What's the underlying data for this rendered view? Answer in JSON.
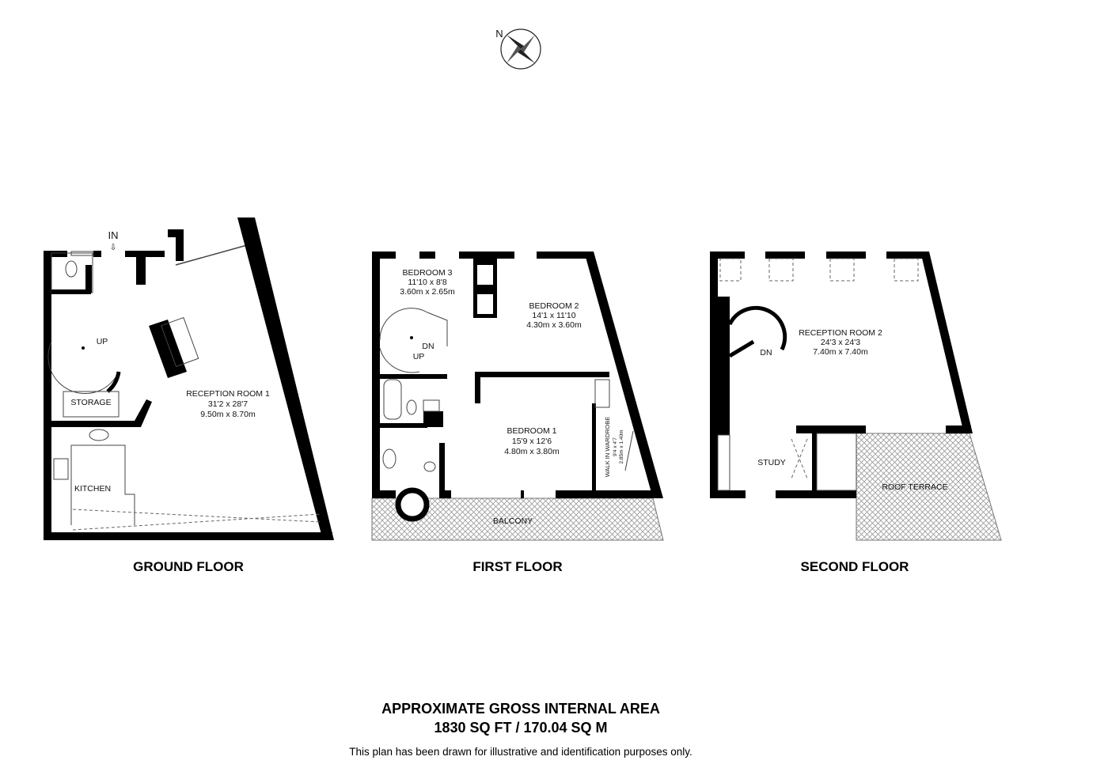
{
  "compass": {
    "north_label": "N"
  },
  "ground_floor": {
    "title": "GROUND FLOOR",
    "entrance": "IN",
    "stairs": "UP",
    "rooms": [
      {
        "name": "RECEPTION ROOM 1",
        "imperial": "31'2 x 28'7",
        "metric": "9.50m x 8.70m"
      },
      {
        "name": "STORAGE"
      },
      {
        "name": "KITCHEN"
      }
    ]
  },
  "first_floor": {
    "title": "FIRST FLOOR",
    "stairs_down": "DN",
    "stairs_up": "UP",
    "rooms": [
      {
        "name": "BEDROOM 3",
        "imperial": "11'10 x 8'8",
        "metric": "3.60m x 2.65m"
      },
      {
        "name": "BEDROOM 2",
        "imperial": "14'1 x 11'10",
        "metric": "4.30m x 3.60m"
      },
      {
        "name": "BEDROOM 1",
        "imperial": "15'9 x 12'6",
        "metric": "4.80m x 3.80m"
      },
      {
        "name": "WALK IN WARDROBE",
        "imperial": "9'4 x 4'7",
        "metric": "2.85m x 1.40m"
      },
      {
        "name": "BALCONY"
      }
    ]
  },
  "second_floor": {
    "title": "SECOND FLOOR",
    "stairs_down": "DN",
    "rooms": [
      {
        "name": "RECEPTION ROOM 2",
        "imperial": "24'3 x 24'3",
        "metric": "7.40m x 7.40m"
      },
      {
        "name": "STUDY"
      },
      {
        "name": "ROOF TERRACE"
      }
    ]
  },
  "footer": {
    "area_title": "APPROXIMATE GROSS INTERNAL AREA",
    "area_value": "1830 SQ FT / 170.04 SQ M",
    "disclaimer": "This plan has been drawn for illustrative and identification purposes only."
  }
}
